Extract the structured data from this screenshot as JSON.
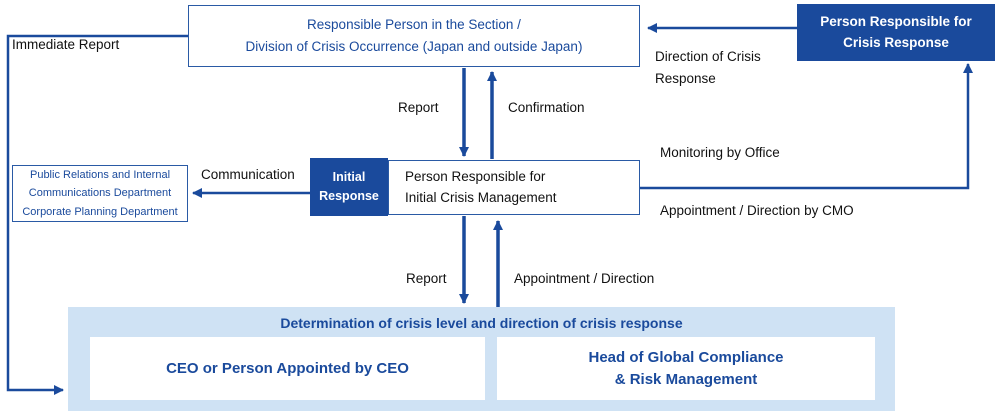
{
  "colors": {
    "brand_blue": "#1a4a9c",
    "border_blue": "#2a5aa5",
    "panel_light_blue": "#cfe2f4",
    "arrow_blue": "#1a4a9c",
    "text_dark": "#111111"
  },
  "boxes": {
    "section": {
      "lines": [
        "Responsible Person in the Section /",
        "Division of Crisis Occurrence (Japan and outside Japan)"
      ]
    },
    "crisis_response": {
      "lines": [
        "Person Responsible for",
        "Crisis Response"
      ]
    },
    "initial_response_tag": {
      "lines": [
        "Initial",
        "Response"
      ]
    },
    "initial_crisis_manager": {
      "lines": [
        "Person Responsible for",
        "Initial Crisis Management"
      ]
    },
    "departments": {
      "lines": [
        "Public Relations and Internal",
        "Communications Department",
        "Corporate Planning Department"
      ]
    },
    "determination_panel": {
      "title": "Determination of crisis level and direction of crisis response"
    },
    "ceo": {
      "label": "CEO or Person Appointed by CEO"
    },
    "head_global": {
      "lines": [
        "Head of Global Compliance",
        "& Risk Management"
      ]
    }
  },
  "labels": {
    "immediate_report": "Immediate Report",
    "direction_of_crisis_response": "Direction of Crisis Response",
    "report_top": "Report",
    "confirmation": "Confirmation",
    "communication": "Communication",
    "monitoring_by_office": "Monitoring by Office",
    "appointment_direction_by_cmo": "Appointment / Direction by CMO",
    "report_bottom": "Report",
    "appointment_direction": "Appointment / Direction"
  }
}
